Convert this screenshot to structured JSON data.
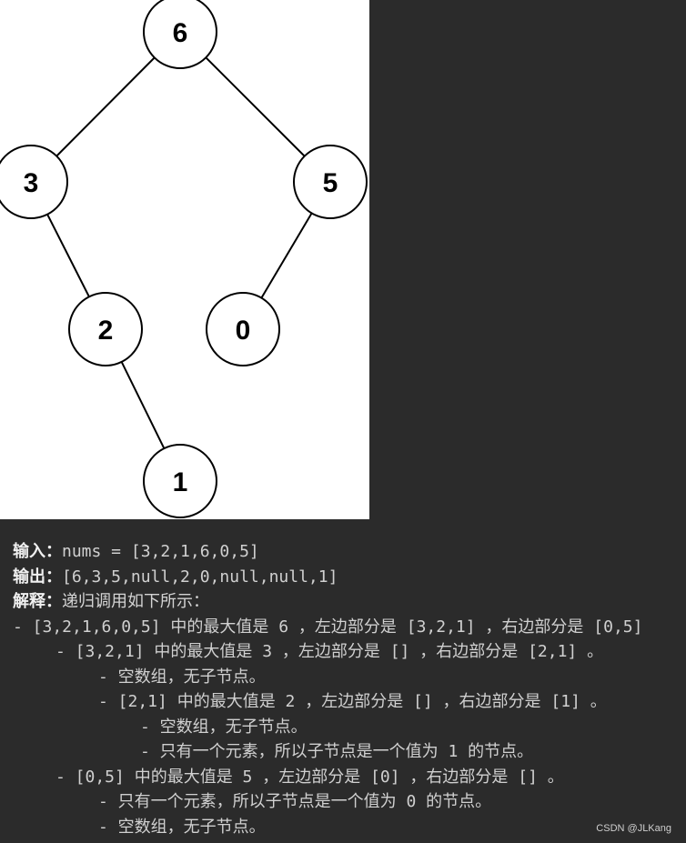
{
  "tree": {
    "nodes": [
      {
        "id": "n6",
        "label": "6"
      },
      {
        "id": "n3",
        "label": "3"
      },
      {
        "id": "n5",
        "label": "5"
      },
      {
        "id": "n2",
        "label": "2"
      },
      {
        "id": "n0",
        "label": "0"
      },
      {
        "id": "n1",
        "label": "1"
      }
    ],
    "edges": [
      [
        "n6",
        "n3"
      ],
      [
        "n6",
        "n5"
      ],
      [
        "n3",
        "n2"
      ],
      [
        "n5",
        "n0"
      ],
      [
        "n2",
        "n1"
      ]
    ]
  },
  "example": {
    "input_label": "输入：",
    "input_value": "nums = [3,2,1,6,0,5]",
    "output_label": "输出：",
    "output_value": "[6,3,5,null,2,0,null,null,1]",
    "explain_label": "解释：",
    "explain_value": "递归调用如下所示：",
    "steps": [
      {
        "indent": 0,
        "text": "- [3,2,1,6,0,5] 中的最大值是 6 ，左边部分是 [3,2,1] ，右边部分是 [0,5]"
      },
      {
        "indent": 1,
        "text": "- [3,2,1] 中的最大值是 3 ，左边部分是 [] ，右边部分是 [2,1] 。"
      },
      {
        "indent": 2,
        "text": "- 空数组，无子节点。"
      },
      {
        "indent": 2,
        "text": "- [2,1] 中的最大值是 2 ，左边部分是 [] ，右边部分是 [1] 。"
      },
      {
        "indent": 3,
        "text": "- 空数组，无子节点。"
      },
      {
        "indent": 3,
        "text": "- 只有一个元素，所以子节点是一个值为 1 的节点。"
      },
      {
        "indent": 1,
        "text": "- [0,5] 中的最大值是 5 ，左边部分是 [0] ，右边部分是 [] 。"
      },
      {
        "indent": 2,
        "text": "- 只有一个元素，所以子节点是一个值为 0 的节点。"
      },
      {
        "indent": 2,
        "text": "- 空数组，无子节点。"
      }
    ]
  },
  "watermark": "CSDN @JLKang"
}
